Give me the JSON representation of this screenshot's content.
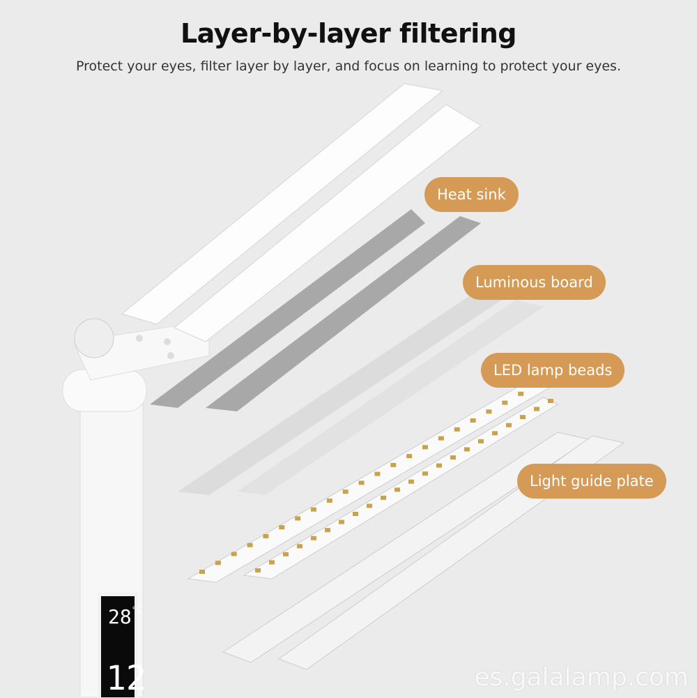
{
  "header": {
    "title": "Layer-by-layer filtering",
    "subtitle": "Protect your eyes, filter layer by layer, and focus on learning to protect your eyes."
  },
  "labels": {
    "heat_sink": "Heat sink",
    "luminous_board": "Luminous board",
    "led_lamp_beads": "LED lamp beads",
    "light_guide_plate": "Light guide plate"
  },
  "display": {
    "temperature": "28",
    "unit": "°C",
    "time": "12"
  },
  "watermark": "es.galalamp.com",
  "colors": {
    "label_bg": "#d49a56",
    "background": "#ebebeb"
  }
}
